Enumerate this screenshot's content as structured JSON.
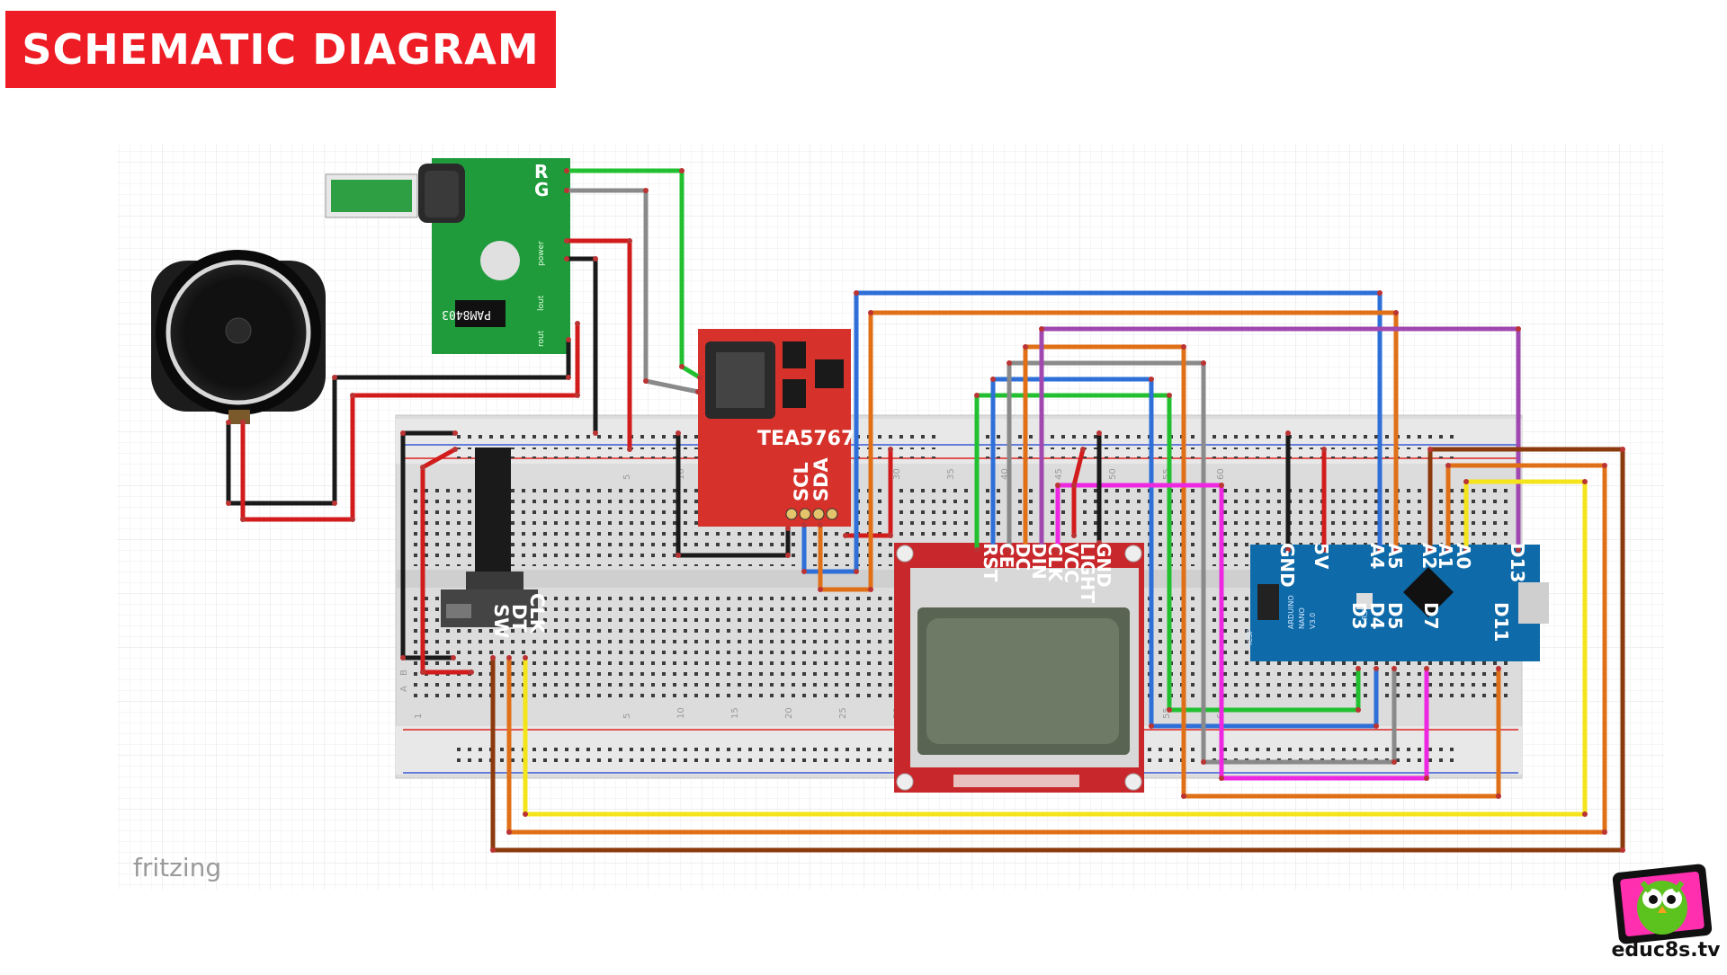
{
  "title": "SCHEMATIC DIAGRAM",
  "watermark": "fritzing",
  "brand": "educ8s.tv",
  "colors": {
    "banner": "#ee1c24",
    "board_green": "#1e9a3a",
    "radio_red": "#d6322b",
    "lcd_red": "#c8282c",
    "nano_blue": "#0e6aa8",
    "wire_blue": "#2e6fd8",
    "wire_orange": "#e07018",
    "wire_purple": "#a048b0",
    "wire_gray": "#8a8a8a",
    "wire_green": "#22c030",
    "wire_magenta": "#ee28e0",
    "wire_yellow": "#f4e41c",
    "wire_brown": "#8b3a0e",
    "wire_red": "#d21c1c",
    "wire_black": "#1a1a1a"
  },
  "amplifier": {
    "chip_label": "PAM8403",
    "pin_labels": [
      "R",
      "G"
    ],
    "side_labels": [
      "power",
      "lout",
      "rout"
    ]
  },
  "radio_module": {
    "name": "TEA5767",
    "pins": [
      "SCL",
      "SDA"
    ]
  },
  "encoder": {
    "pins": [
      "CLK",
      "DT",
      "SW"
    ]
  },
  "lcd": {
    "pins": [
      "GND",
      "LIGHT",
      "VCC",
      "CLK",
      "DIN",
      "DC",
      "CE",
      "RST"
    ]
  },
  "arduino": {
    "top_pins": [
      "GND",
      "5V",
      "A4",
      "A5",
      "A2",
      "A1",
      "A0",
      "D13"
    ],
    "bottom_pins": [
      "D3",
      "D4",
      "D5",
      "D7",
      "D11"
    ],
    "board_text": [
      "ARDUINO",
      "NANO",
      "V3.0",
      "ICSP",
      "RST"
    ]
  },
  "breadboard": {
    "column_numbers": [
      "1",
      "5",
      "10",
      "15",
      "20",
      "25",
      "30",
      "35",
      "40",
      "45",
      "50",
      "55",
      "60"
    ],
    "row_letters": [
      "A",
      "B"
    ]
  }
}
